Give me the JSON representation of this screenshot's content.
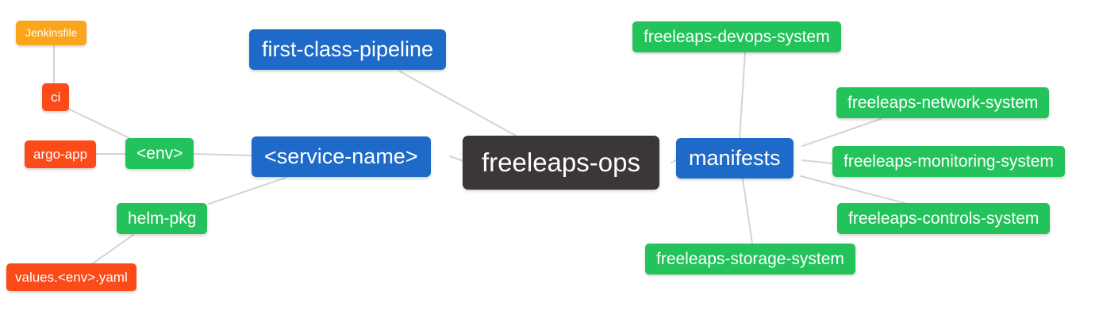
{
  "diagram": {
    "root": "freeleaps_ops",
    "palette": {
      "root_bg": "#3b3737",
      "branch_blue_bg": "#1e6ac8",
      "leaf_green_bg": "#23c25b",
      "leaf_red_bg": "#fa4b19",
      "leaf_orange_bg": "#fba51d",
      "node_text": "#ffffff",
      "edge_line": "#d4d4d4",
      "background": "#ffffff"
    },
    "nodes": {
      "freeleaps_ops": {
        "label": "freeleaps-ops"
      },
      "first_class_pipeline": {
        "label": "first-class-pipeline"
      },
      "service_name": {
        "label": "<service-name>"
      },
      "manifests": {
        "label": "manifests"
      },
      "env": {
        "label": "<env>"
      },
      "helm_pkg": {
        "label": "helm-pkg"
      },
      "ci": {
        "label": "ci"
      },
      "argo_app": {
        "label": "argo-app"
      },
      "jenkinsfile": {
        "label": "Jenkinsfile"
      },
      "values_env_yaml": {
        "label": "values.<env>.yaml"
      },
      "devops_system": {
        "label": "freeleaps-devops-system"
      },
      "network_system": {
        "label": "freeleaps-network-system"
      },
      "monitoring_system": {
        "label": "freeleaps-monitoring-system"
      },
      "controls_system": {
        "label": "freeleaps-controls-system"
      },
      "storage_system": {
        "label": "freeleaps-storage-system"
      }
    },
    "edges": [
      {
        "from": "freeleaps_ops",
        "to": "first_class_pipeline"
      },
      {
        "from": "freeleaps_ops",
        "to": "service_name"
      },
      {
        "from": "freeleaps_ops",
        "to": "manifests"
      },
      {
        "from": "service_name",
        "to": "env"
      },
      {
        "from": "service_name",
        "to": "helm_pkg"
      },
      {
        "from": "env",
        "to": "ci"
      },
      {
        "from": "env",
        "to": "argo_app"
      },
      {
        "from": "ci",
        "to": "jenkinsfile"
      },
      {
        "from": "helm_pkg",
        "to": "values_env_yaml"
      },
      {
        "from": "manifests",
        "to": "devops_system"
      },
      {
        "from": "manifests",
        "to": "network_system"
      },
      {
        "from": "manifests",
        "to": "monitoring_system"
      },
      {
        "from": "manifests",
        "to": "controls_system"
      },
      {
        "from": "manifests",
        "to": "storage_system"
      }
    ]
  }
}
